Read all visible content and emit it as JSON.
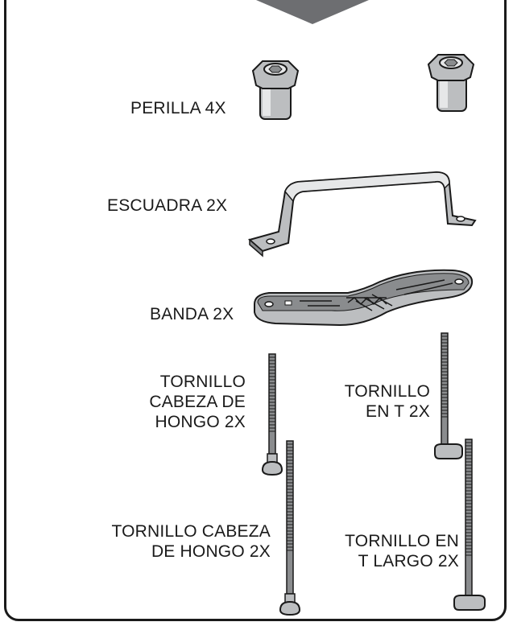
{
  "parts": {
    "knob": {
      "label": "PERILLA  4X"
    },
    "bracket": {
      "label": "ESCUADRA 2X"
    },
    "strap": {
      "label": "BANDA  2X"
    },
    "carriage_bolt_short": {
      "lines": [
        "TORNILLO",
        "CABEZA DE",
        "HONGO 2X"
      ]
    },
    "t_bolt": {
      "lines": [
        "TORNILLO",
        "EN T  2X"
      ]
    },
    "carriage_bolt_long": {
      "lines": [
        "TORNILLO CABEZA",
        "DE HONGO 2X"
      ]
    },
    "t_bolt_long": {
      "lines": [
        "TORNILLO EN",
        "T LARGO 2X"
      ]
    }
  },
  "colors": {
    "border": "#1a1a1a",
    "arrow": "#6d6e71",
    "part_fill": "#bcbec0",
    "part_shade": "#8a8c8e"
  },
  "icons": [
    "down-arrow-icon",
    "knob-icon",
    "bracket-icon",
    "strap-icon",
    "carriage-bolt-icon",
    "t-bolt-icon"
  ]
}
